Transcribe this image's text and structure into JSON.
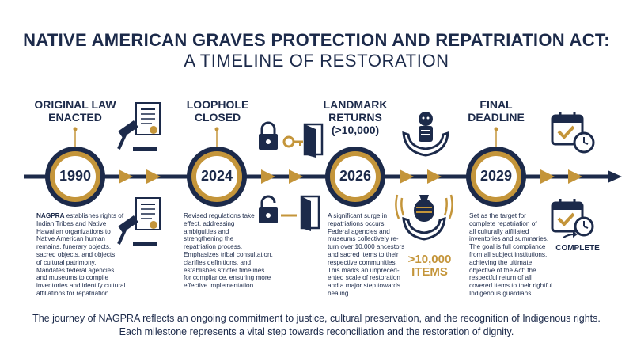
{
  "title": {
    "line1": "NATIVE AMERICAN GRAVES PROTECTION AND REPATRIATION ACT:",
    "line2": "A TIMELINE OF RESTORATION"
  },
  "milestones": [
    {
      "heading_l1": "ORIGINAL LAW",
      "heading_l2": "ENACTED",
      "year": "1990",
      "desc_bold": "NAGPRA",
      "desc_lines": [
        " establishes rights of",
        "Indian Tribes and Native",
        "Hawaiian organizations to",
        "Native American human",
        "remains, funerary objects,",
        "sacred objects, and objects",
        "of cultural patrimony.",
        "Mandates federal agencies",
        "and museums to compile",
        "inventories and identify cultural",
        "affiliations for repatriation."
      ]
    },
    {
      "heading_l1": "LOOPHOLE",
      "heading_l2": "CLOSED",
      "year": "2024",
      "desc_lines": [
        "Revised regulations take",
        "effect, addressing",
        "ambiguities and",
        "strengthening the",
        "repatriation process.",
        "Emphasizes tribal consultation,",
        "clarifies definitions, and",
        "establishes stricter timelines",
        "for compliance, ensuring more",
        "effective implementation."
      ]
    },
    {
      "heading_l1": "LANDMARK",
      "heading_l2": "RETURNS",
      "heading_l3": "(>10,000)",
      "year": "2026",
      "desc_lines": [
        "A significant surge in",
        "repatriations occurs.",
        "Federal agencies and",
        "museums collectively re-",
        "turn over 10,000 ancestors",
        "and sacred items to their",
        "respective communities.",
        "This marks an unpreced-",
        "ented scale of restoration",
        "and a major step towards",
        "healing."
      ],
      "highlight_l1": ">10,000",
      "highlight_l2": "ITEMS"
    },
    {
      "heading_l1": "FINAL",
      "heading_l2": "DEADLINE",
      "year": "2029",
      "desc_lines": [
        "Set as the target for",
        "complete repatriation of",
        "all culturally affiliated",
        "inventories and summaries.",
        "The goal is full compliance",
        "from all subject institutions,",
        "achieving the ultimate",
        "objective of the Act: the",
        "respectful return of all",
        "covered items to their rightful",
        "Indigenous guardians."
      ],
      "status_label": "COMPLETE"
    }
  ],
  "footer": {
    "line1": "The journey of NAGPRA reflects an ongoing commitment to justice, cultural preservation, and the recognition of Indigenous rights.",
    "line2": "Each milestone represents a vital step towards reconciliation and the restoration of dignity."
  },
  "colors": {
    "navy": "#1c2a4a",
    "gold": "#c4953a",
    "white": "#ffffff"
  },
  "icons": [
    "gavel-document-icon",
    "padlock-key-door-icon",
    "figurine-hands-icon",
    "pottery-hands-icon",
    "calendar-clock-icon",
    "calendar-clock-check-icon"
  ]
}
